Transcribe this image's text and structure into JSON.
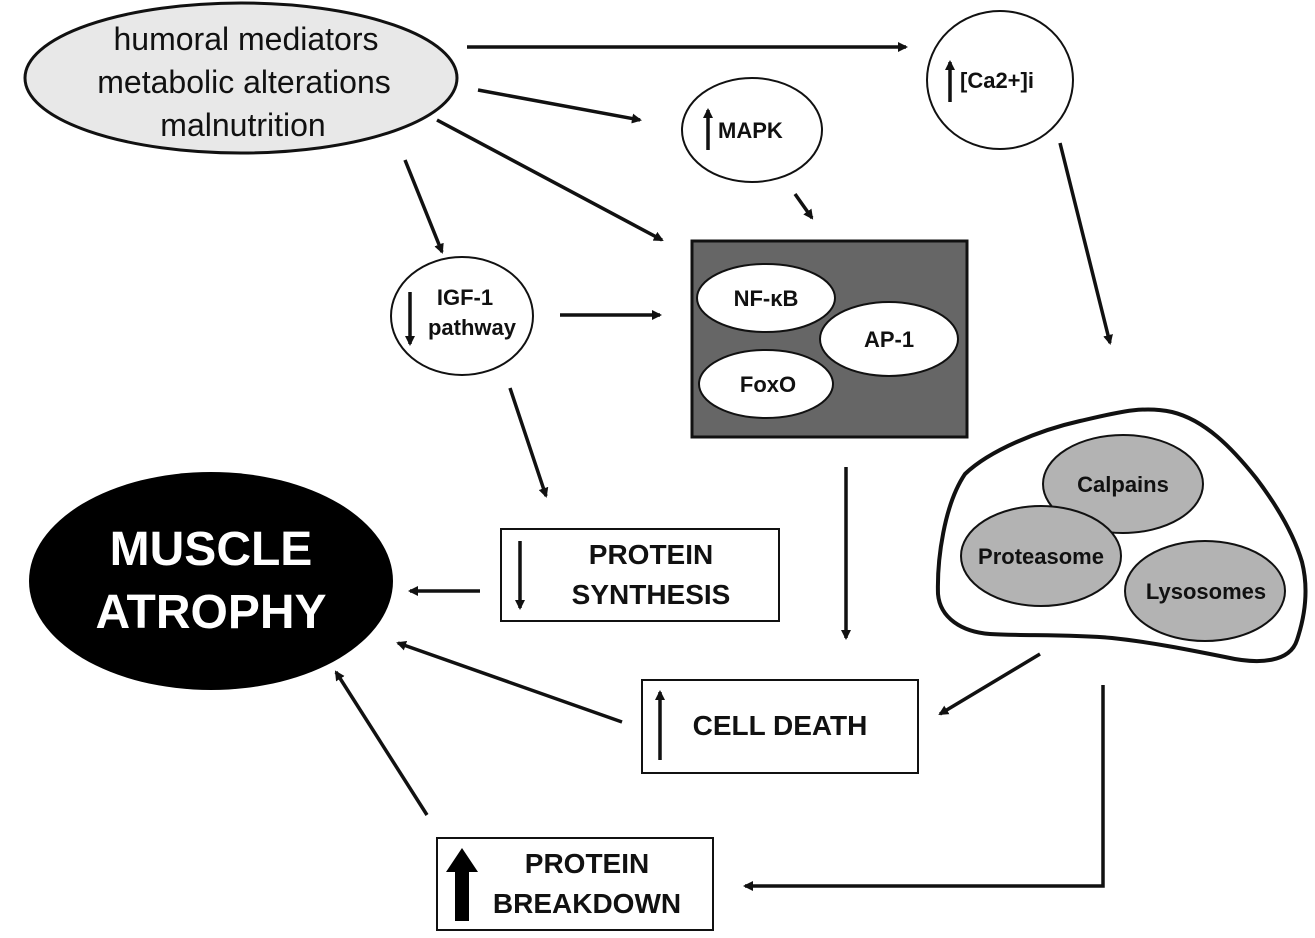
{
  "nodes": {
    "causes": {
      "lines": [
        "humoral mediators",
        "metabolic alterations",
        "malnutrition"
      ]
    },
    "calcium": {
      "label": "[Ca2+]i"
    },
    "mapk": {
      "label": "MAPK"
    },
    "igf1": {
      "lines": [
        "IGF-1",
        "pathway"
      ]
    },
    "nfkb": {
      "label": "NF-κB"
    },
    "ap1": {
      "label": "AP-1"
    },
    "foxo": {
      "label": "FoxO"
    },
    "calpains": {
      "label": "Calpains"
    },
    "proteasome": {
      "label": "Proteasome"
    },
    "lysosomes": {
      "label": "Lysosomes"
    },
    "muscle_atrophy": {
      "lines": [
        "MUSCLE",
        "ATROPHY"
      ]
    },
    "protein_synthesis": {
      "lines": [
        "PROTEIN",
        "SYNTHESIS"
      ]
    },
    "cell_death": {
      "label": "CELL DEATH"
    },
    "protein_breakdown": {
      "lines": [
        "PROTEIN",
        "BREAKDOWN"
      ]
    }
  },
  "colors": {
    "ellipse_fill": "#e8e8e8",
    "box_fill": "#666666",
    "protease_fill": "#b3b3b3",
    "atrophy_fill": "#000000",
    "stroke": "#111111"
  }
}
